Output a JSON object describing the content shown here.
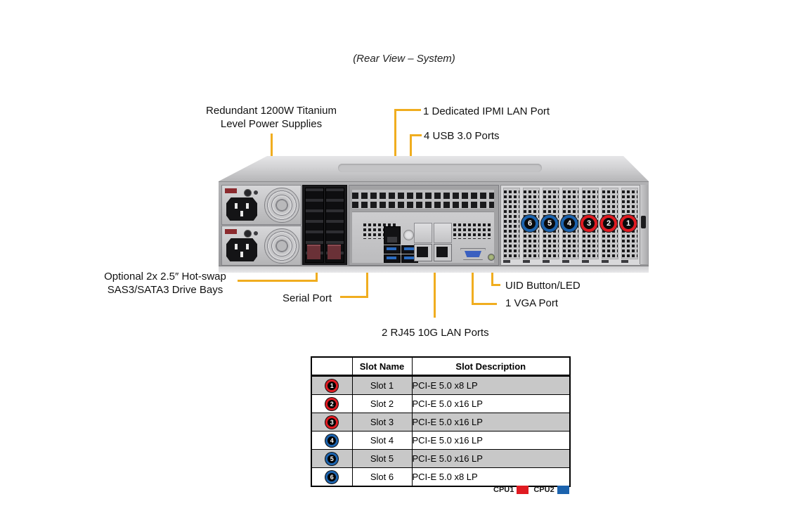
{
  "title": "(Rear View – System)",
  "colors": {
    "cpu1": "#e01b22",
    "cpu2": "#1c63ae",
    "callout": "#f0ad1f"
  },
  "callouts": {
    "psu": "Redundant 1200W Titanium\nLevel Power Supplies",
    "ipmi": "1 Dedicated IPMI LAN Port",
    "usb": "4 USB 3.0 Ports",
    "drive_bays": "Optional 2x 2.5″ Hot-swap\nSAS3/SATA3 Drive Bays",
    "serial": "Serial Port",
    "lan": "2 RJ45 10G LAN Ports",
    "vga": "1 VGA Port",
    "uid": "UID Button/LED"
  },
  "chassis": {
    "badges": [
      {
        "num": "6",
        "cpu": "cpu2"
      },
      {
        "num": "5",
        "cpu": "cpu2"
      },
      {
        "num": "4",
        "cpu": "cpu2"
      },
      {
        "num": "3",
        "cpu": "cpu1"
      },
      {
        "num": "2",
        "cpu": "cpu1"
      },
      {
        "num": "1",
        "cpu": "cpu1"
      }
    ]
  },
  "table": {
    "headers": {
      "icon": "",
      "name": "Slot Name",
      "desc": "Slot Description"
    },
    "rows": [
      {
        "num": "1",
        "cpu": "cpu1",
        "name": "Slot 1",
        "desc": "PCI-E 5.0 x8 LP"
      },
      {
        "num": "2",
        "cpu": "cpu1",
        "name": "Slot 2",
        "desc": "PCI-E 5.0 x16 LP"
      },
      {
        "num": "3",
        "cpu": "cpu1",
        "name": "Slot 3",
        "desc": "PCI-E 5.0 x16 LP"
      },
      {
        "num": "4",
        "cpu": "cpu2",
        "name": "Slot 4",
        "desc": "PCI-E 5.0 x16 LP"
      },
      {
        "num": "5",
        "cpu": "cpu2",
        "name": "Slot 5",
        "desc": "PCI-E 5.0 x16 LP"
      },
      {
        "num": "6",
        "cpu": "cpu2",
        "name": "Slot 6",
        "desc": "PCI-E 5.0 x8 LP"
      }
    ]
  },
  "legend": [
    {
      "label": "CPU1",
      "cpu": "cpu1"
    },
    {
      "label": "CPU2",
      "cpu": "cpu2"
    }
  ]
}
